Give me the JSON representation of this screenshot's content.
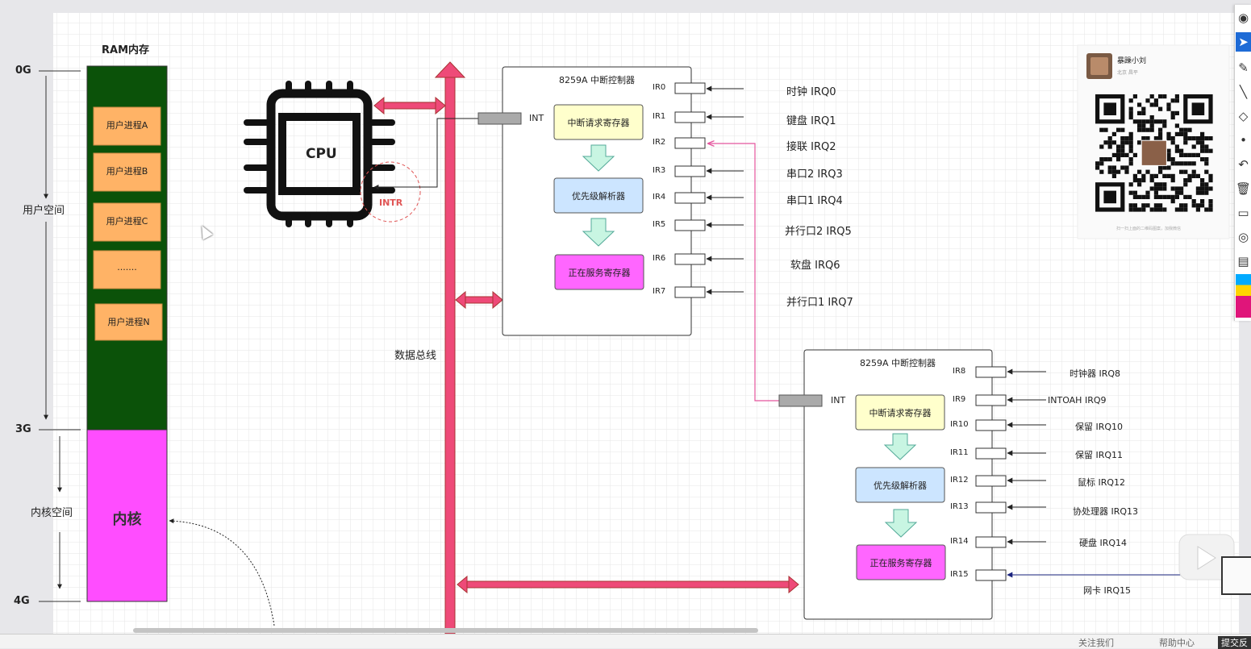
{
  "ram": {
    "title": "RAM内存",
    "processes": [
      "用户进程A",
      "用户进程B",
      "用户进程C",
      ".......",
      "用户进程N"
    ],
    "kernel_label": "内核",
    "marks": [
      "0G",
      "3G",
      "4G"
    ],
    "user_space_label": "用户空间",
    "kernel_space_label": "内核空间"
  },
  "cpu": {
    "label": "CPU",
    "intr_label": "INTR"
  },
  "bus_label": "数据总线",
  "master": {
    "title": "8259A 中断控制器",
    "int_label": "INT",
    "irr_label": "中断请求寄存器",
    "pr_label": "优先级解析器",
    "isr_label": "正在服务寄存器",
    "pins": [
      "IR0",
      "IR1",
      "IR2",
      "IR3",
      "IR4",
      "IR5",
      "IR6",
      "IR7"
    ],
    "devices": [
      "时钟  IRQ0",
      "键盘  IRQ1",
      "接联  IRQ2",
      "串口2  IRQ3",
      "串口1  IRQ4",
      "并行口2  IRQ5",
      "软盘  IRQ6",
      "并行口1  IRQ7"
    ]
  },
  "slave": {
    "title": "8259A 中断控制器",
    "int_label": "INT",
    "irr_label": "中断请求寄存器",
    "pr_label": "优先级解析器",
    "isr_label": "正在服务寄存器",
    "pins": [
      "IR8",
      "IR9",
      "IR10",
      "IR11",
      "IR12",
      "IR13",
      "IR14",
      "IR15"
    ],
    "devices": [
      "时钟器     IRQ8",
      "INTOAH IRQ9",
      "保留   IRQ10",
      "保留   IRQ11",
      "鼠标 IRQ12",
      "协处理器 IRQ13",
      "硬盘 IRQ14",
      "网卡 IRQ15"
    ]
  },
  "wechat": {
    "name": "暴躁小刘",
    "location": "北京 昌平",
    "scan_hint": "扫一扫上面的二维码图案，加我微信"
  },
  "colors": {
    "ram_user": "#0b5209",
    "process": "#ffb366",
    "kernel": "#ff4dff",
    "irr": "#ffffcc",
    "pr": "#cce5ff",
    "isr": "#ff66ff",
    "bus": "#ee4a78",
    "mint": "#c8f5e2",
    "pink_line": "#e4559d",
    "blue_line": "#1a237e"
  },
  "statusbar": {
    "follow": "关注我们",
    "help": "帮助中心",
    "submit": "提交反"
  }
}
